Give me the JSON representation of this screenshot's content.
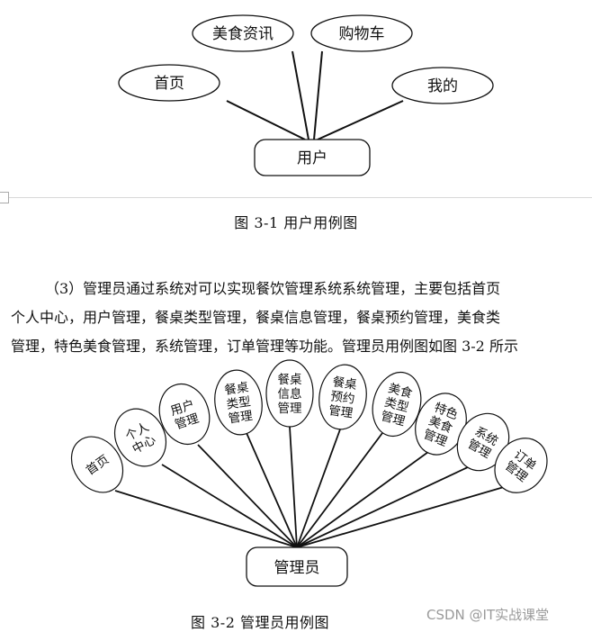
{
  "diagram1": {
    "root": "用户",
    "nodes": [
      "首页",
      "美食资讯",
      "购物车",
      "我的"
    ],
    "caption": "图 3-1  用户用例图"
  },
  "paragraph": {
    "lines": [
      "（3）管理员通过系统对可以实现餐饮管理系统系统管理，主要包括首页",
      "个人中心，用户管理，餐桌类型管理，餐桌信息管理，餐桌预约管理，美食类",
      "管理，特色美食管理，系统管理，订单管理等功能。管理员用例图如图 3-2 所示"
    ]
  },
  "diagram2": {
    "root": "管理员",
    "nodes": [
      [
        "首页"
      ],
      [
        "个人",
        "中心"
      ],
      [
        "用户",
        "管理"
      ],
      [
        "餐桌",
        "类型",
        "管理"
      ],
      [
        "餐桌",
        "信息",
        "管理"
      ],
      [
        "餐桌",
        "预约",
        "管理"
      ],
      [
        "美食",
        "类型",
        "管理"
      ],
      [
        "特色",
        "美食",
        "管理"
      ],
      [
        "系统",
        "管理"
      ],
      [
        "订单",
        "管理"
      ]
    ],
    "caption": "图 3-2  管理员用例图"
  },
  "watermark": "CSDN @IT实战课堂"
}
